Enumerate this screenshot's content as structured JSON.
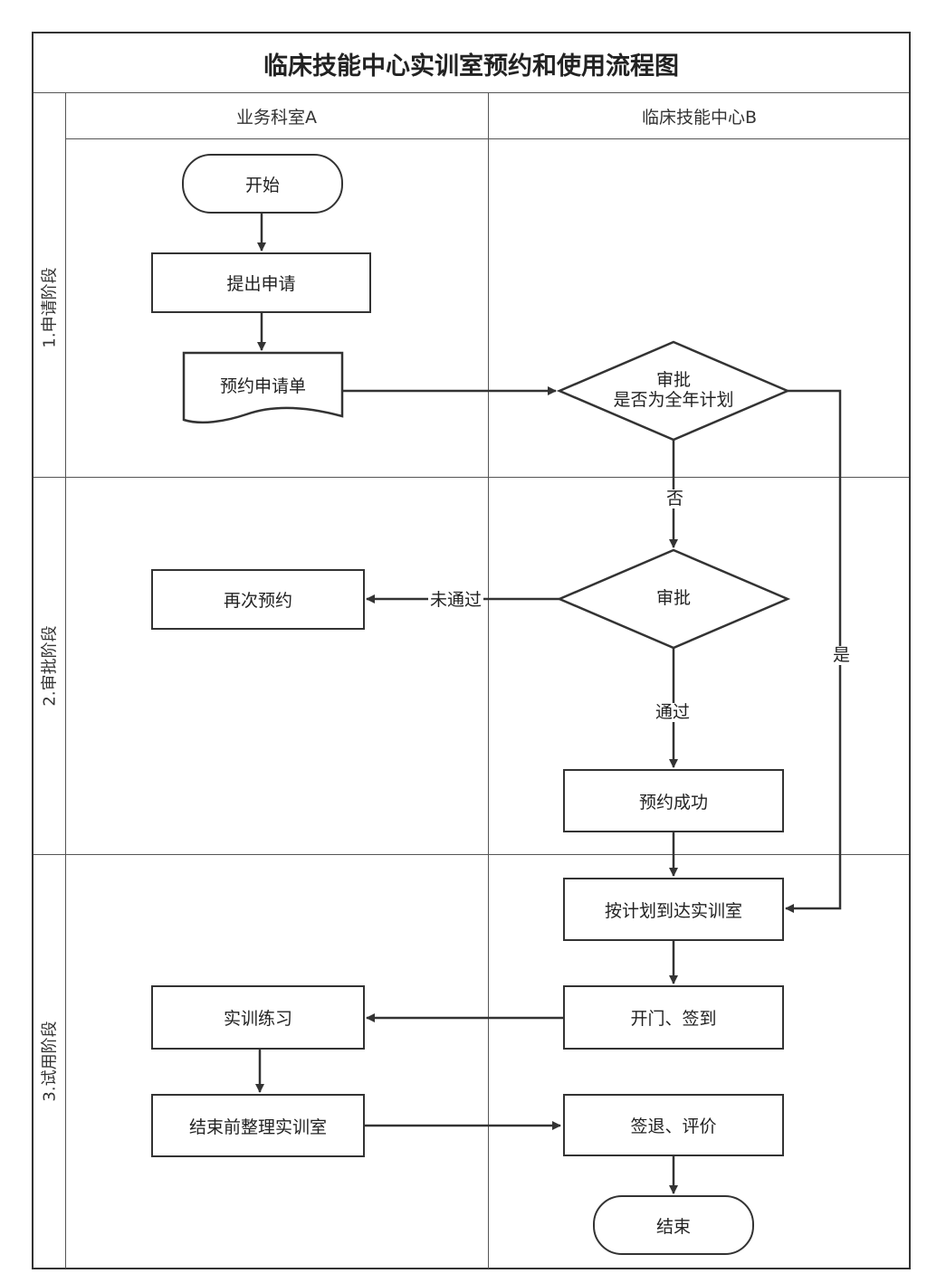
{
  "title": "临床技能中心实训室预约和使用流程图",
  "columns": [
    "业务科室A",
    "临床技能中心B"
  ],
  "phases": [
    "1.申请阶段",
    "2.审批阶段",
    "3.试用阶段"
  ],
  "nodes": {
    "start": "开始",
    "submit": "提出申请",
    "form": "预约申请单",
    "decision1_line1": "审批",
    "decision1_line2": "是否为全年计划",
    "decision2": "审批",
    "rebook": "再次预约",
    "success": "预约成功",
    "arrive": "按计划到达实训室",
    "checkin": "开门、签到",
    "practice": "实训练习",
    "tidy": "结束前整理实训室",
    "checkout": "签退、评价",
    "end": "结束"
  },
  "edge_labels": {
    "no": "否",
    "not_passed": "未通过",
    "passed": "通过",
    "yes": "是"
  }
}
